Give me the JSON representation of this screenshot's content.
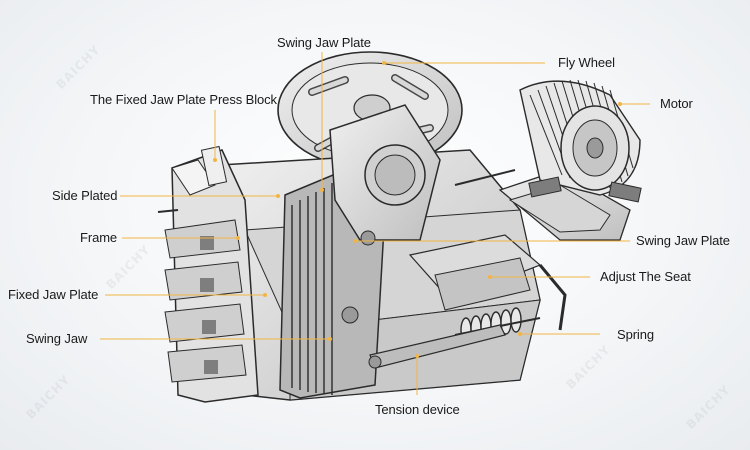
{
  "labels": {
    "swing_jaw_plate_top": "Swing Jaw Plate",
    "fly_wheel": "Fly Wheel",
    "press_block": "The Fixed Jaw Plate Press Block",
    "motor": "Motor",
    "side_plated": "Side Plated",
    "frame": "Frame",
    "swing_jaw_plate_right": "Swing Jaw Plate",
    "adjust_seat": "Adjust The Seat",
    "fixed_jaw_plate": "Fixed Jaw Plate",
    "spring": "Spring",
    "swing_jaw": "Swing Jaw",
    "tension_device": "Tension device"
  },
  "watermark": "BAICHY",
  "colors": {
    "leader": "#f2b544",
    "outline": "#2b2b2b",
    "metal": "#d9d9d9",
    "shadow": "#8a8a8a"
  }
}
